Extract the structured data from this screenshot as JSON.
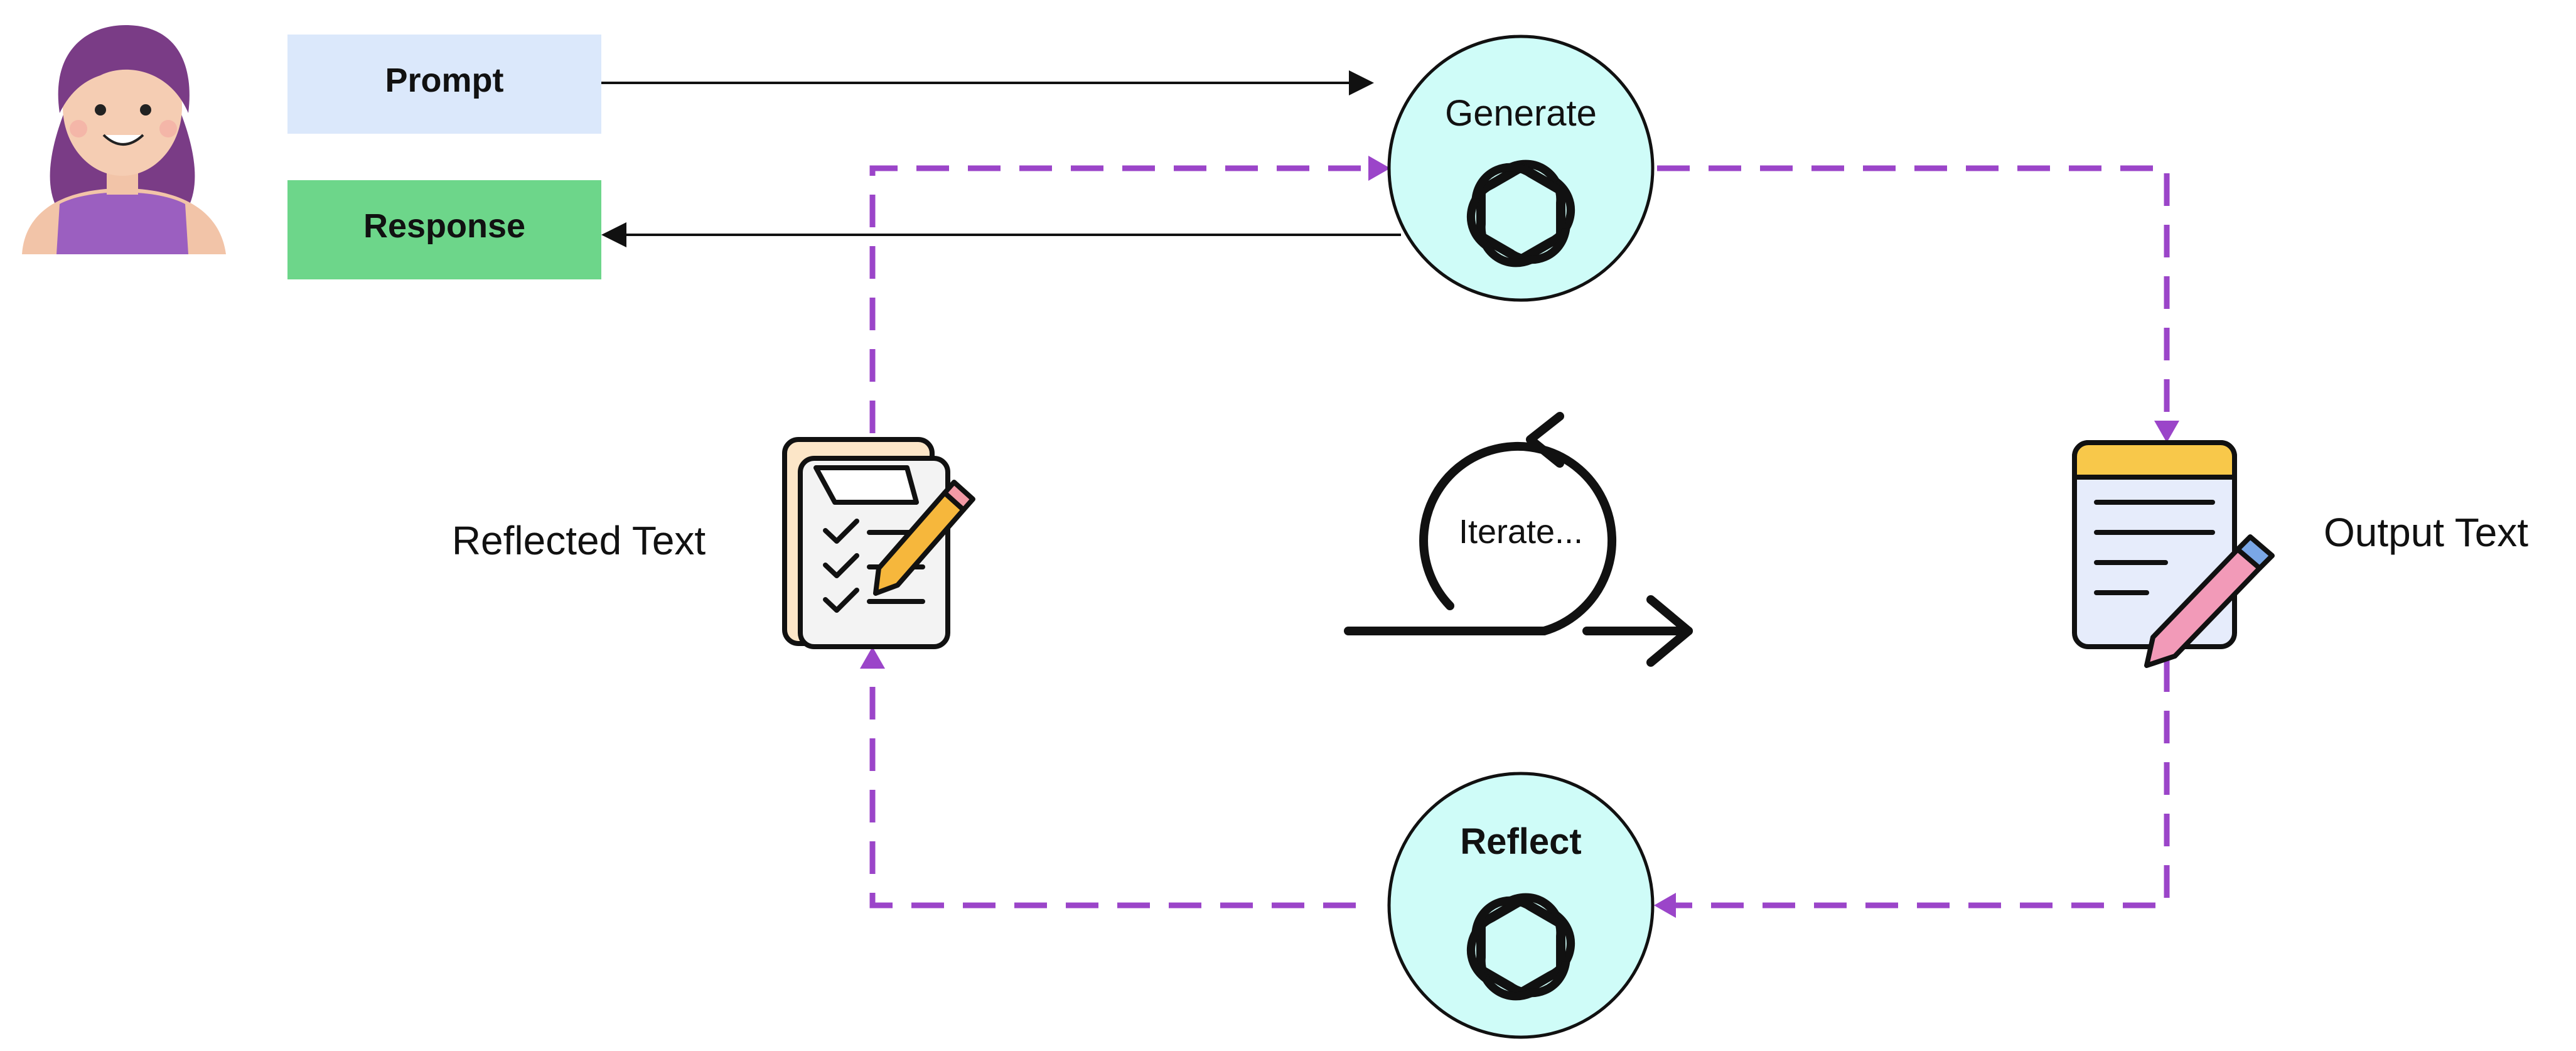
{
  "boxes": {
    "prompt_label": "Prompt",
    "response_label": "Response"
  },
  "nodes": {
    "generate_label": "Generate",
    "reflect_label": "Reflect",
    "iterate_label": "Iterate..."
  },
  "side_labels": {
    "reflected_text": "Reflected Text",
    "output_text": "Output Text"
  },
  "colors": {
    "prompt_box": "#dbe8fb",
    "response_box": "#6dd68a",
    "node_fill": "#cffcf8",
    "loop_dash": "#9b45c9",
    "ink": "#111111"
  },
  "icons": {
    "user": "user-avatar-icon",
    "openai": "openai-logo-icon",
    "reflected": "checklist-document-icon",
    "output": "document-with-pencil-icon",
    "iterate": "iterate-cycle-icon"
  }
}
